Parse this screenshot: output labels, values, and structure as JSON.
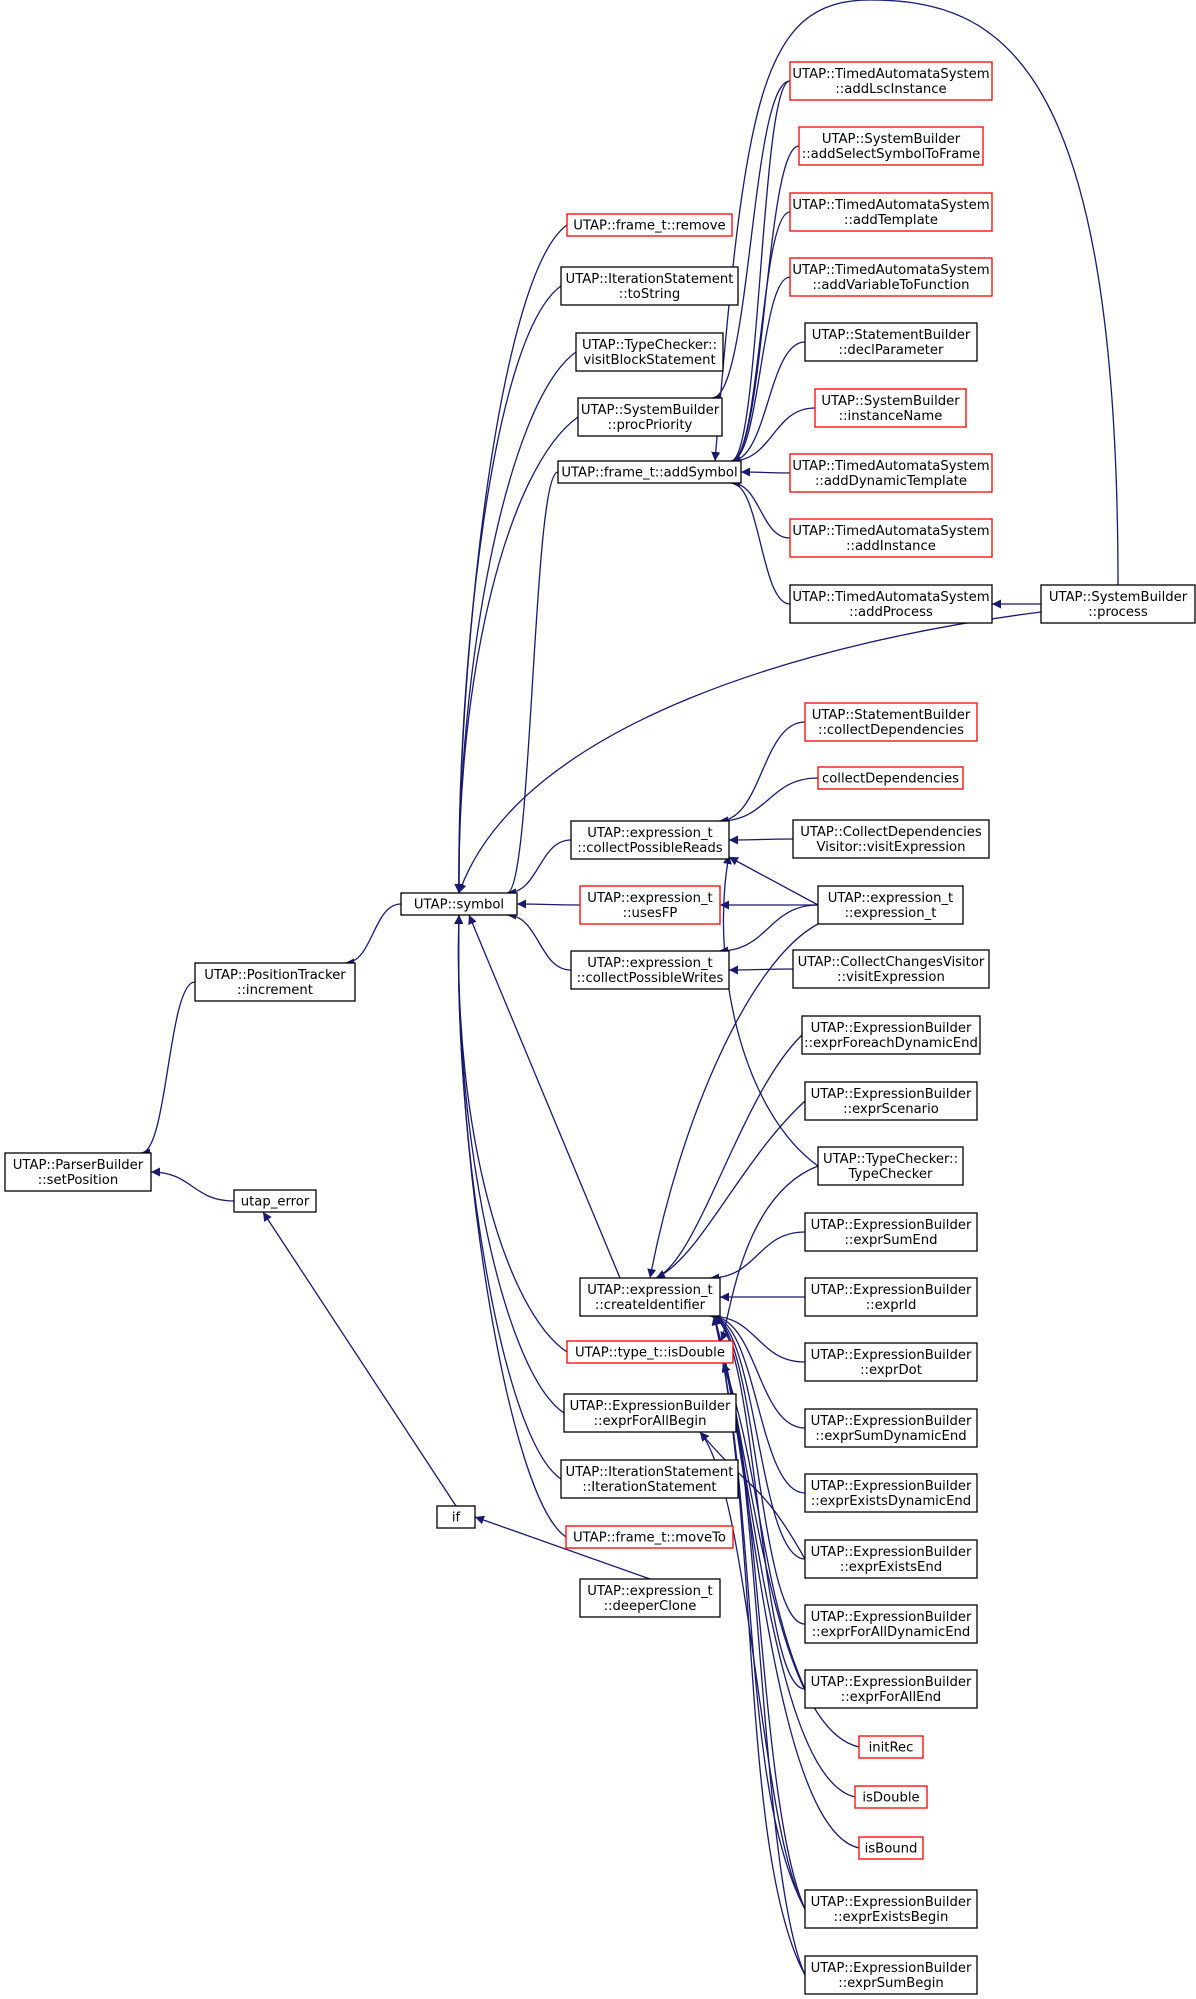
{
  "colors": {
    "edge": "#191970",
    "node_border": "#000000",
    "node_border_incomplete": "#ff0000",
    "root_fill": "#bfbfbf",
    "node_fill": "#ffffff",
    "text": "#000000"
  },
  "nodes": [
    {
      "id": "setPosition",
      "lines": [
        "UTAP::ParserBuilder",
        "::setPosition"
      ],
      "root": true
    },
    {
      "id": "increment",
      "lines": [
        "UTAP::PositionTracker",
        "::increment"
      ]
    },
    {
      "id": "utap_error",
      "lines": [
        "utap_error"
      ]
    },
    {
      "id": "symbol",
      "lines": [
        "UTAP::symbol"
      ]
    },
    {
      "id": "if",
      "lines": [
        "if"
      ]
    },
    {
      "id": "remove",
      "lines": [
        "UTAP::frame_t::remove"
      ],
      "red": true
    },
    {
      "id": "toString",
      "lines": [
        "UTAP::IterationStatement",
        "::toString"
      ]
    },
    {
      "id": "visitBlockStatement",
      "lines": [
        "UTAP::TypeChecker::",
        "visitBlockStatement"
      ]
    },
    {
      "id": "procPriority",
      "lines": [
        "UTAP::SystemBuilder",
        "::procPriority"
      ]
    },
    {
      "id": "addSymbol",
      "lines": [
        "UTAP::frame_t::addSymbol"
      ]
    },
    {
      "id": "addLscInstance",
      "lines": [
        "UTAP::TimedAutomataSystem",
        "::addLscInstance"
      ],
      "red": true
    },
    {
      "id": "addSelectSymbolToFrame",
      "lines": [
        "UTAP::SystemBuilder",
        "::addSelectSymbolToFrame"
      ],
      "red": true
    },
    {
      "id": "addTemplate",
      "lines": [
        "UTAP::TimedAutomataSystem",
        "::addTemplate"
      ],
      "red": true
    },
    {
      "id": "addVariableToFunction",
      "lines": [
        "UTAP::TimedAutomataSystem",
        "::addVariableToFunction"
      ],
      "red": true
    },
    {
      "id": "declParameter",
      "lines": [
        "UTAP::StatementBuilder",
        "::declParameter"
      ]
    },
    {
      "id": "instanceName",
      "lines": [
        "UTAP::SystemBuilder",
        "::instanceName"
      ],
      "red": true
    },
    {
      "id": "addDynamicTemplate",
      "lines": [
        "UTAP::TimedAutomataSystem",
        "::addDynamicTemplate"
      ],
      "red": true
    },
    {
      "id": "addInstance",
      "lines": [
        "UTAP::TimedAutomataSystem",
        "::addInstance"
      ],
      "red": true
    },
    {
      "id": "addProcess",
      "lines": [
        "UTAP::TimedAutomataSystem",
        "::addProcess"
      ]
    },
    {
      "id": "process",
      "lines": [
        "UTAP::SystemBuilder",
        "::process"
      ]
    },
    {
      "id": "stmtCollectDependencies",
      "lines": [
        "UTAP::StatementBuilder",
        "::collectDependencies"
      ],
      "red": true
    },
    {
      "id": "collectDependencies",
      "lines": [
        "collectDependencies"
      ],
      "red": true
    },
    {
      "id": "collectPossibleReads",
      "lines": [
        "UTAP::expression_t",
        "::collectPossibleReads"
      ]
    },
    {
      "id": "cdvVisitExpression",
      "lines": [
        "UTAP::CollectDependencies",
        "Visitor::visitExpression"
      ]
    },
    {
      "id": "usesFP",
      "lines": [
        "UTAP::expression_t",
        "::usesFP"
      ],
      "red": true
    },
    {
      "id": "exprCtor",
      "lines": [
        "UTAP::expression_t",
        "::expression_t"
      ]
    },
    {
      "id": "collectPossibleWrites",
      "lines": [
        "UTAP::expression_t",
        "::collectPossibleWrites"
      ]
    },
    {
      "id": "ccvVisitExpression",
      "lines": [
        "UTAP::CollectChangesVisitor",
        "::visitExpression"
      ]
    },
    {
      "id": "exprForeachDynamicEnd",
      "lines": [
        "UTAP::ExpressionBuilder",
        "::exprForeachDynamicEnd"
      ]
    },
    {
      "id": "exprScenario",
      "lines": [
        "UTAP::ExpressionBuilder",
        "::exprScenario"
      ]
    },
    {
      "id": "typeCheckerCtor",
      "lines": [
        "UTAP::TypeChecker::",
        "TypeChecker"
      ]
    },
    {
      "id": "exprSumEnd",
      "lines": [
        "UTAP::ExpressionBuilder",
        "::exprSumEnd"
      ]
    },
    {
      "id": "createIdentifier",
      "lines": [
        "UTAP::expression_t",
        "::createIdentifier"
      ]
    },
    {
      "id": "exprId",
      "lines": [
        "UTAP::ExpressionBuilder",
        "::exprId"
      ]
    },
    {
      "id": "exprDot",
      "lines": [
        "UTAP::ExpressionBuilder",
        "::exprDot"
      ]
    },
    {
      "id": "typeIsDouble",
      "lines": [
        "UTAP::type_t::isDouble"
      ],
      "red": true
    },
    {
      "id": "exprSumDynamicEnd",
      "lines": [
        "UTAP::ExpressionBuilder",
        "::exprSumDynamicEnd"
      ]
    },
    {
      "id": "exprForAllBegin",
      "lines": [
        "UTAP::ExpressionBuilder",
        "::exprForAllBegin"
      ]
    },
    {
      "id": "iterationStatementCtor",
      "lines": [
        "UTAP::IterationStatement",
        "::IterationStatement"
      ]
    },
    {
      "id": "exprExistsDynamicEnd",
      "lines": [
        "UTAP::ExpressionBuilder",
        "::exprExistsDynamicEnd"
      ]
    },
    {
      "id": "moveTo",
      "lines": [
        "UTAP::frame_t::moveTo"
      ],
      "red": true
    },
    {
      "id": "exprExistsEnd",
      "lines": [
        "UTAP::ExpressionBuilder",
        "::exprExistsEnd"
      ]
    },
    {
      "id": "deeperClone",
      "lines": [
        "UTAP::expression_t",
        "::deeperClone"
      ]
    },
    {
      "id": "exprForAllDynamicEnd",
      "lines": [
        "UTAP::ExpressionBuilder",
        "::exprForAllDynamicEnd"
      ]
    },
    {
      "id": "exprForAllEnd",
      "lines": [
        "UTAP::ExpressionBuilder",
        "::exprForAllEnd"
      ]
    },
    {
      "id": "initRec",
      "lines": [
        "initRec"
      ],
      "red": true
    },
    {
      "id": "isDouble",
      "lines": [
        "isDouble"
      ],
      "red": true
    },
    {
      "id": "isBound",
      "lines": [
        "isBound"
      ],
      "red": true
    },
    {
      "id": "exprExistsBegin",
      "lines": [
        "UTAP::ExpressionBuilder",
        "::exprExistsBegin"
      ]
    },
    {
      "id": "exprSumBegin",
      "lines": [
        "UTAP::ExpressionBuilder",
        "::exprSumBegin"
      ]
    }
  ],
  "edges": [
    {
      "from": "increment",
      "to": "setPosition"
    },
    {
      "from": "utap_error",
      "to": "setPosition"
    },
    {
      "from": "symbol",
      "to": "increment"
    },
    {
      "from": "if",
      "to": "utap_error"
    },
    {
      "from": "remove",
      "to": "symbol"
    },
    {
      "from": "toString",
      "to": "symbol"
    },
    {
      "from": "visitBlockStatement",
      "to": "symbol"
    },
    {
      "from": "procPriority",
      "to": "symbol"
    },
    {
      "from": "addSymbol",
      "to": "symbol"
    },
    {
      "from": "process",
      "to": "symbol"
    },
    {
      "from": "collectPossibleReads",
      "to": "symbol"
    },
    {
      "from": "usesFP",
      "to": "symbol"
    },
    {
      "from": "collectPossibleWrites",
      "to": "symbol"
    },
    {
      "from": "createIdentifier",
      "to": "symbol"
    },
    {
      "from": "typeIsDouble",
      "to": "symbol"
    },
    {
      "from": "exprForAllBegin",
      "to": "symbol"
    },
    {
      "from": "iterationStatementCtor",
      "to": "symbol"
    },
    {
      "from": "moveTo",
      "to": "symbol"
    },
    {
      "from": "deeperClone",
      "to": "if"
    },
    {
      "from": "addLscInstance",
      "to": "procPriority"
    },
    {
      "from": "addLscInstance",
      "to": "addSymbol"
    },
    {
      "from": "addSelectSymbolToFrame",
      "to": "addSymbol"
    },
    {
      "from": "addTemplate",
      "to": "addSymbol"
    },
    {
      "from": "addVariableToFunction",
      "to": "addSymbol"
    },
    {
      "from": "declParameter",
      "to": "addSymbol"
    },
    {
      "from": "instanceName",
      "to": "addSymbol"
    },
    {
      "from": "addDynamicTemplate",
      "to": "addSymbol"
    },
    {
      "from": "addInstance",
      "to": "addSymbol"
    },
    {
      "from": "addProcess",
      "to": "addSymbol"
    },
    {
      "from": "process",
      "to": "addSymbol"
    },
    {
      "from": "process",
      "to": "addProcess"
    },
    {
      "from": "stmtCollectDependencies",
      "to": "collectPossibleReads"
    },
    {
      "from": "collectDependencies",
      "to": "collectPossibleReads"
    },
    {
      "from": "cdvVisitExpression",
      "to": "collectPossibleReads"
    },
    {
      "from": "exprCtor",
      "to": "collectPossibleReads"
    },
    {
      "from": "typeCheckerCtor",
      "to": "collectPossibleReads"
    },
    {
      "from": "exprCtor",
      "to": "usesFP"
    },
    {
      "from": "exprCtor",
      "to": "collectPossibleWrites"
    },
    {
      "from": "ccvVisitExpression",
      "to": "collectPossibleWrites"
    },
    {
      "from": "exprCtor",
      "to": "createIdentifier"
    },
    {
      "from": "exprForeachDynamicEnd",
      "to": "createIdentifier"
    },
    {
      "from": "exprScenario",
      "to": "createIdentifier"
    },
    {
      "from": "exprSumEnd",
      "to": "createIdentifier"
    },
    {
      "from": "exprId",
      "to": "createIdentifier"
    },
    {
      "from": "exprDot",
      "to": "createIdentifier"
    },
    {
      "from": "exprSumDynamicEnd",
      "to": "createIdentifier"
    },
    {
      "from": "exprExistsDynamicEnd",
      "to": "createIdentifier"
    },
    {
      "from": "exprExistsEnd",
      "to": "createIdentifier"
    },
    {
      "from": "exprForAllDynamicEnd",
      "to": "createIdentifier"
    },
    {
      "from": "exprForAllEnd",
      "to": "createIdentifier"
    },
    {
      "from": "initRec",
      "to": "createIdentifier"
    },
    {
      "from": "isDouble",
      "to": "createIdentifier"
    },
    {
      "from": "isBound",
      "to": "createIdentifier"
    },
    {
      "from": "exprExistsBegin",
      "to": "createIdentifier"
    },
    {
      "from": "exprSumBegin",
      "to": "createIdentifier"
    },
    {
      "from": "typeCheckerCtor",
      "to": "typeIsDouble"
    },
    {
      "from": "exprForAllEnd",
      "to": "typeIsDouble"
    },
    {
      "from": "exprExistsBegin",
      "to": "typeIsDouble"
    },
    {
      "from": "exprSumBegin",
      "to": "typeIsDouble"
    },
    {
      "from": "exprExistsEnd",
      "to": "exprForAllBegin"
    },
    {
      "from": "exprExistsBegin",
      "to": "exprForAllBegin"
    }
  ]
}
